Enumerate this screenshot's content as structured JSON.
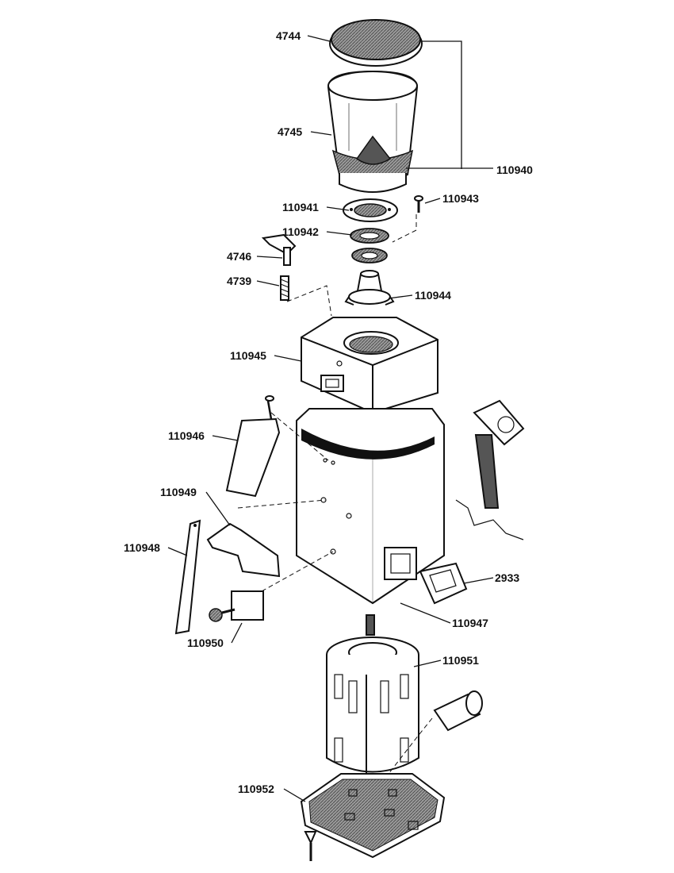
{
  "labels": {
    "l4744": "4744",
    "l4745": "4745",
    "l110940": "110940",
    "l110941": "110941",
    "l110943": "110943",
    "l110942": "110942",
    "l4746": "4746",
    "l4739": "4739",
    "l110944": "110944",
    "l110945": "110945",
    "l110946": "110946",
    "l110949": "110949",
    "l110948": "110948",
    "l2933": "2933",
    "l110947": "110947",
    "l110950": "110950",
    "l110951": "110951",
    "l110952": "110952"
  }
}
